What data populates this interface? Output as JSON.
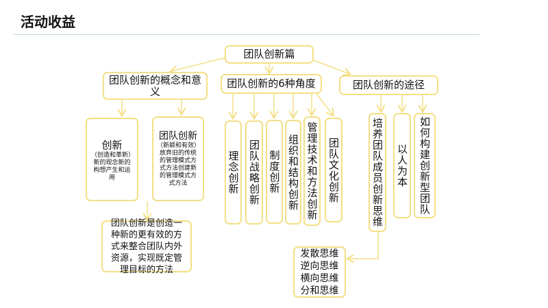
{
  "title": "活动收益",
  "root": "团队创新篇",
  "concept": {
    "label": "团队创新的概念和意义",
    "innovation": {
      "title": "创新",
      "sub": "（创造和革新）",
      "desc": "新的观念新的构想产生和运用"
    },
    "team_innovation": {
      "title": "团队创新",
      "sub": "（新颖和有效）",
      "desc": "放弃旧的传统的管理模式方式方法创建新的管理模式方式方法"
    },
    "definition": "团队创新是创造一种新的更有效的方式来整合团队内外资源，实现既定管理目标的方法"
  },
  "angles": {
    "label": "团队创新的6种角度",
    "items": [
      "理念创新",
      "团队战略创新",
      "制度创新",
      "组织和结构创新",
      "管理技术和方法创新",
      "团队文化创新"
    ]
  },
  "paths": {
    "label": "团队创新的途径",
    "items": [
      "培养团队成员创新思维",
      "以人为本",
      "如何构建创新型团队"
    ],
    "thinking": [
      "发散思维",
      "逆向思维",
      "横向思维",
      "分和思维"
    ]
  }
}
